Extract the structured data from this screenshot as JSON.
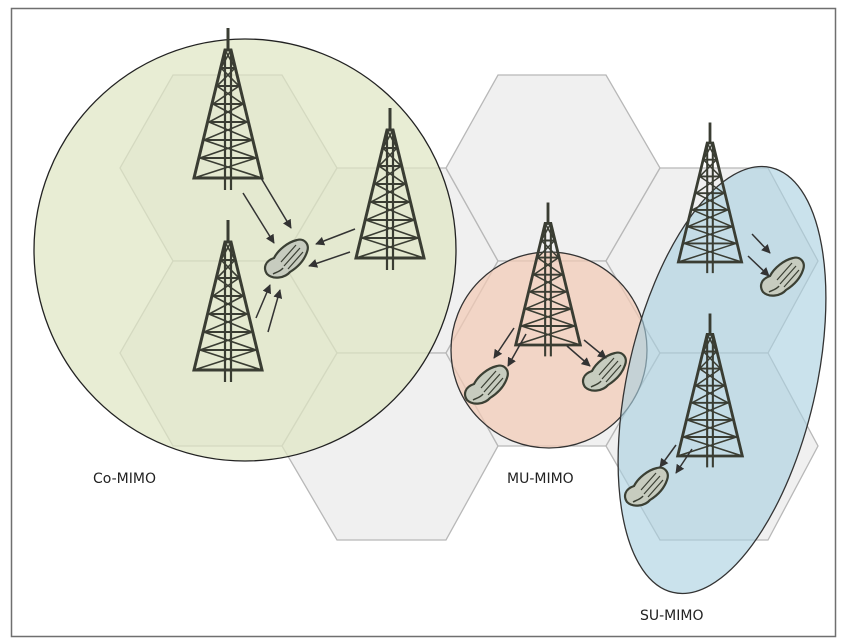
{
  "labels": {
    "co_mimo": "Co-MIMO",
    "mu_mimo": "MU-MIMO",
    "su_mimo": "SU-MIMO"
  },
  "colors": {
    "frame": "#6f6f6f",
    "cell_fill": "#f0f0f0",
    "cell_stroke": "#b8b8b8",
    "co_region_fill": "#e6ebd2",
    "mu_region_fill": "#f2d5c6",
    "su_region_fill": "#b9d9e6",
    "tower": "#3a3d33",
    "handset": "#58604f",
    "arrow": "#333333"
  },
  "icons": [
    "cell-tower-icon",
    "mobile-handset-icon",
    "signal-arrow-icon"
  ]
}
